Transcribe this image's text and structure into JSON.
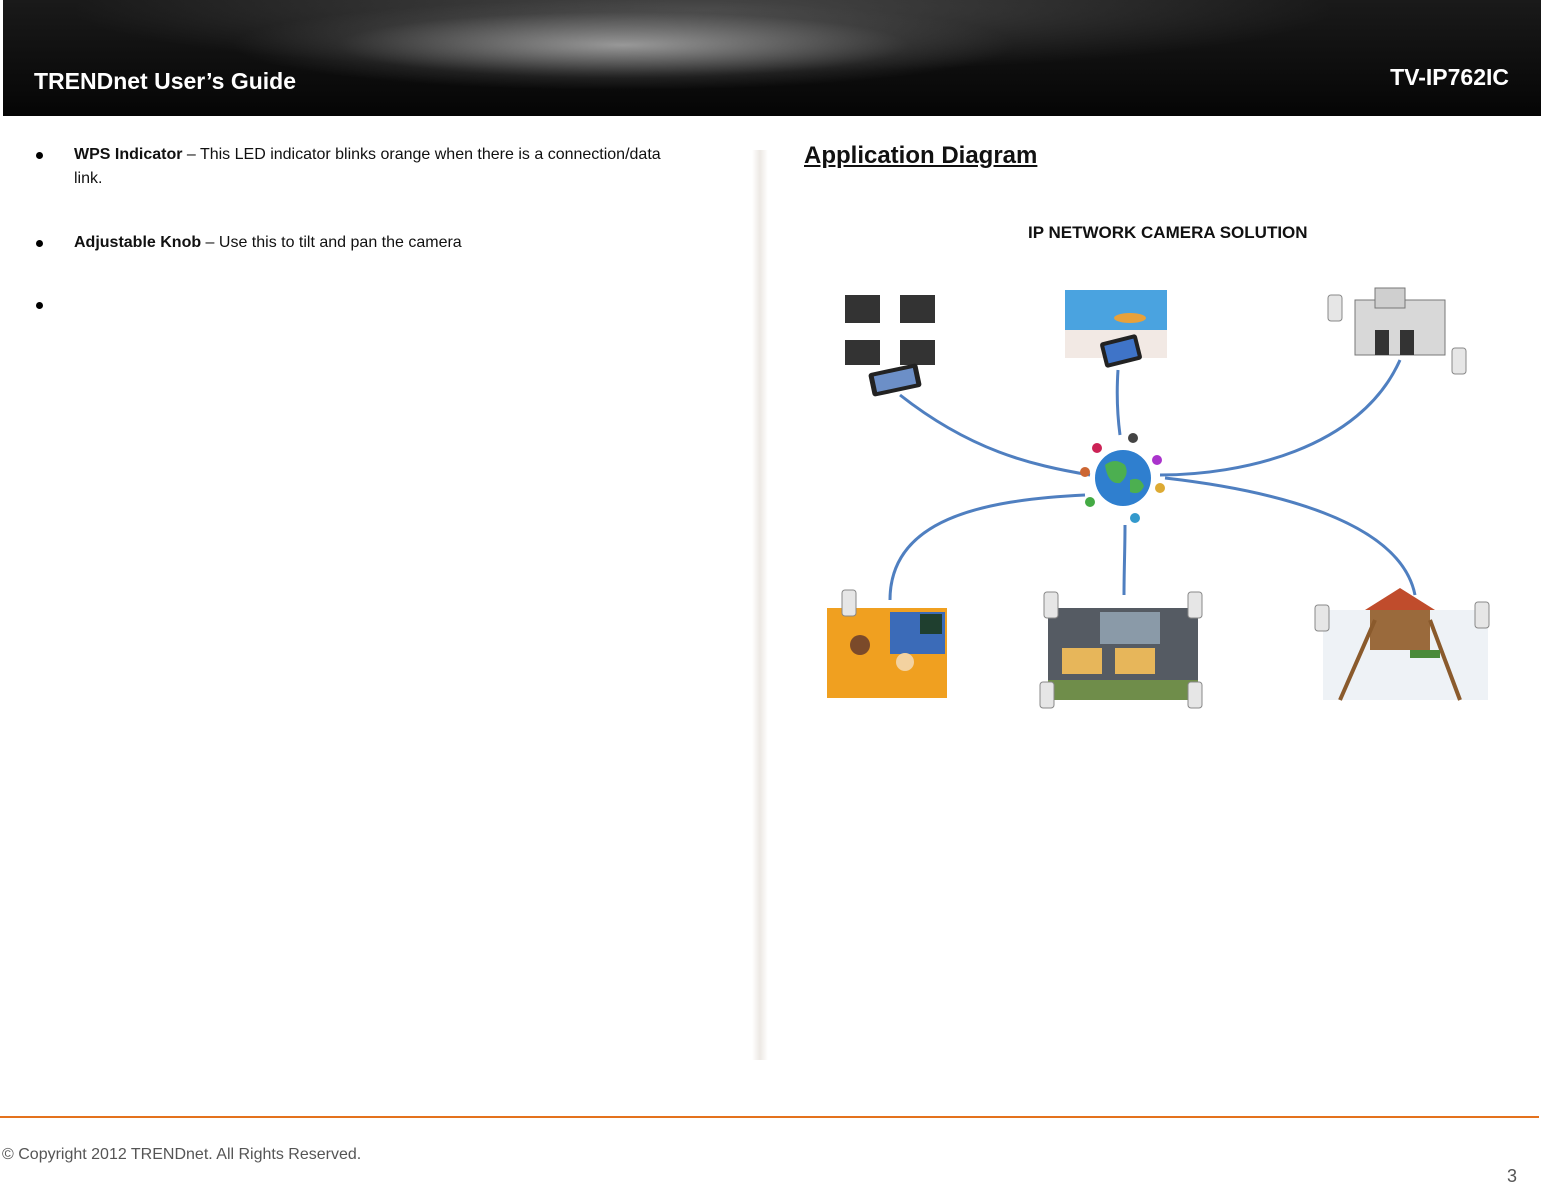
{
  "header": {
    "title": "TRENDnet User’s Guide",
    "model": "TV-IP762IC"
  },
  "left": {
    "bullets": [
      {
        "term": "WPS Indicator",
        "text": " – This LED indicator blinks orange when there is a connection/data link."
      },
      {
        "term": "Adjustable Knob",
        "text": " – Use this to tilt and pan the camera"
      },
      {
        "term": "",
        "text": ""
      }
    ]
  },
  "right": {
    "section_title": "Application Diagram",
    "diagram_caption": "IP NETWORK CAMERA SOLUTION"
  },
  "diagram": {
    "nodes": [
      "office-workers",
      "beach-tablet",
      "warehouse",
      "classroom",
      "house",
      "playground"
    ],
    "hub": "globe-icon",
    "link_color": "#4f7fc0"
  },
  "footer": {
    "copyright": "© Copyright 2012 TRENDnet. All Rights Reserved.",
    "page_number": "3",
    "line_color": "#e4721d"
  }
}
